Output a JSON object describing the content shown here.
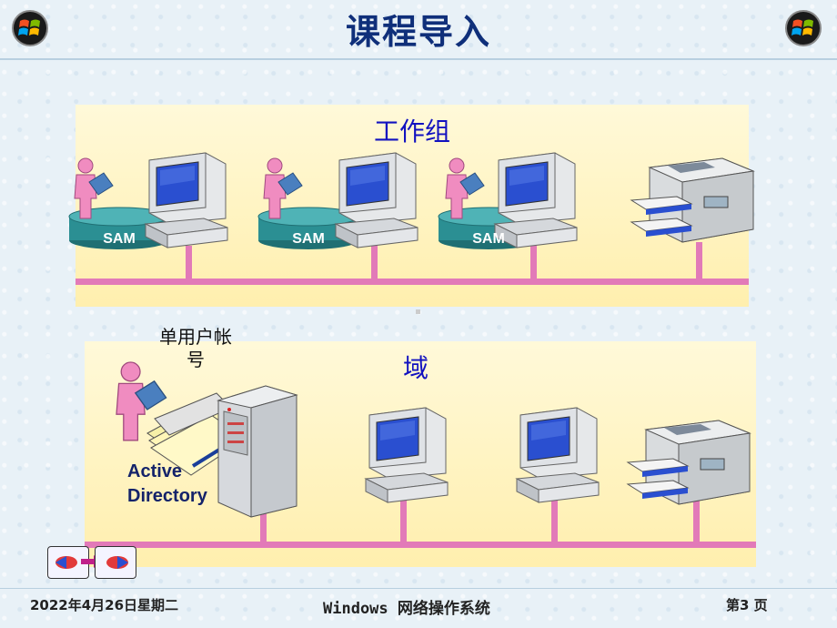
{
  "slide": {
    "title": "课程导入",
    "workgroup_title": "工作组",
    "domain_title": "域",
    "sam_labels": [
      "SAM",
      "SAM",
      "SAM"
    ],
    "single_account_label": "单用户帐号",
    "ad_label_line1": "Active",
    "ad_label_line2": "Directory"
  },
  "footer": {
    "date": "2022年4月26日星期二",
    "course": "Windows 网络操作系统",
    "page": "第3 页"
  },
  "icons": [
    "windows-logo-icon",
    "user-icon",
    "computer-icon",
    "printer-icon",
    "server-icon",
    "database-icon"
  ],
  "colors": {
    "title": "#0f2f7a",
    "panel_bg": "#fff6c8",
    "network_line": "#e27ab8",
    "sam_teal": "#2b8f93",
    "user_pink": "#f08cc0",
    "heading_blue": "#1212c0"
  }
}
